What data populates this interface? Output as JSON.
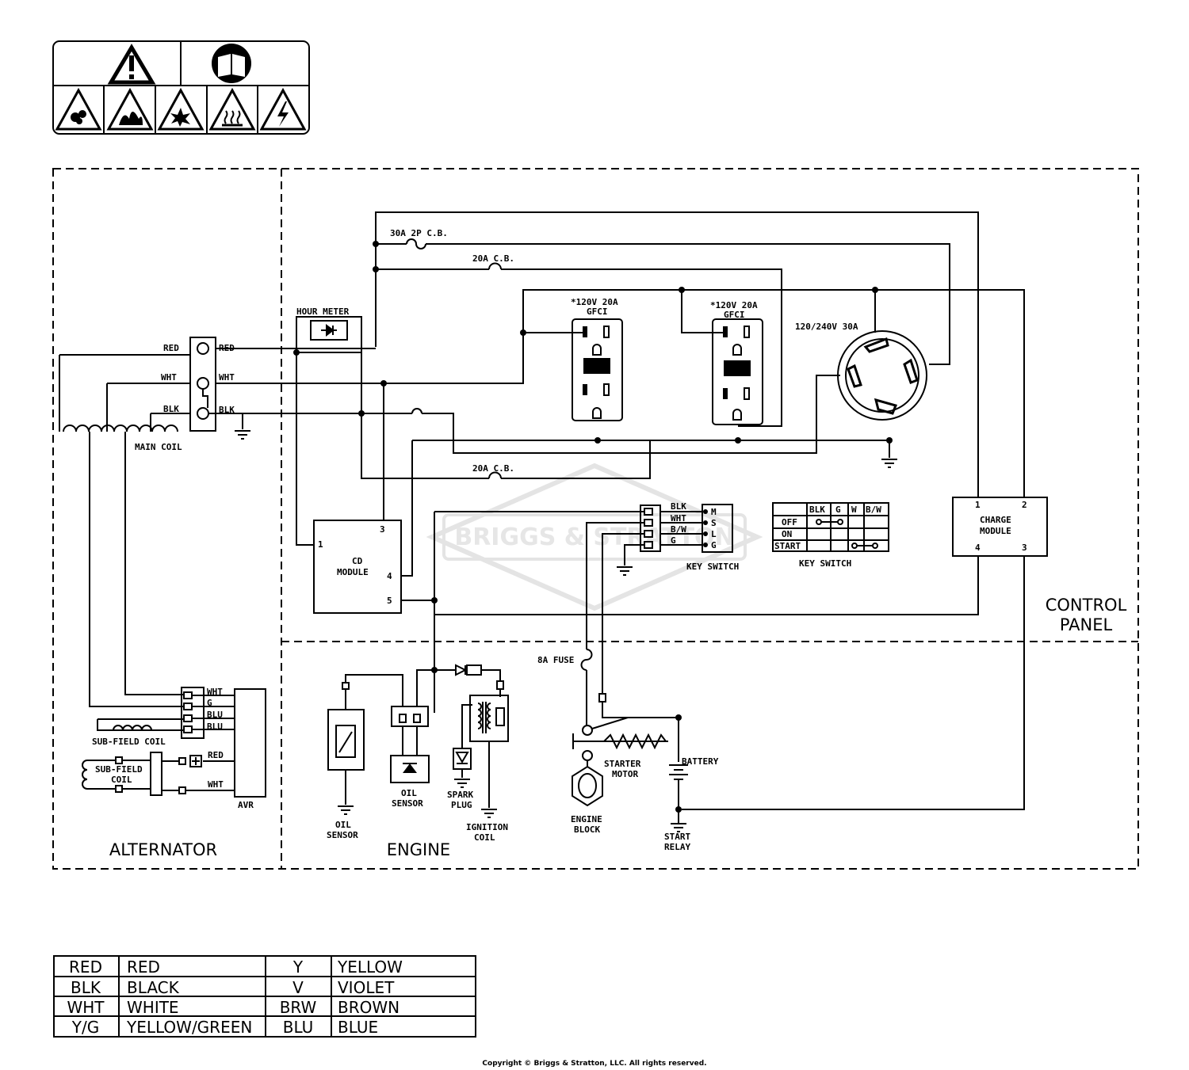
{
  "labels": {
    "cb_30a_2p": "30A 2P C.B.",
    "cb_20a_top": "20A C.B.",
    "cb_20a_bottom": "20A C.B.",
    "hour_meter": "HOUR METER",
    "gfci1_line1": "*120V 20A",
    "gfci1_line2": "GFCI",
    "gfci2_line1": "*120V 20A",
    "gfci2_line2": "GFCI",
    "outlet_30a": "120/240V 30A",
    "red_left": "RED",
    "red_right": "RED",
    "wht_left": "WHT",
    "wht_right": "WHT",
    "blk_left": "BLK",
    "blk_right": "BLK",
    "main_coil": "MAIN COIL",
    "cd_module_1": "CD",
    "cd_module_2": "MODULE",
    "cd_pin1": "1",
    "cd_pin3": "3",
    "cd_pin4": "4",
    "cd_pin5": "5",
    "ks_blk": "BLK",
    "ks_wht": "WHT",
    "ks_bw": "B/W",
    "ks_g": "G",
    "ks_m": "M",
    "ks_s": "S",
    "ks_l": "L",
    "ks_gg": "G",
    "key_switch_1": "KEY SWITCH",
    "key_switch_2": "KEY SWITCH",
    "charge_module_1": "CHARGE",
    "charge_module_2": "MODULE",
    "cm_pin1": "1",
    "cm_pin2": "2",
    "cm_pin3": "3",
    "cm_pin4": "4",
    "control_panel_1": "CONTROL",
    "control_panel_2": "PANEL",
    "fuse_8a": "8A FUSE",
    "starter_motor_1": "STARTER",
    "starter_motor_2": "MOTOR",
    "battery": "BATTERY",
    "engine_block_1": "ENGINE",
    "engine_block_2": "BLOCK",
    "start_relay_1": "START",
    "start_relay_2": "RELAY",
    "oil_sensor_a1": "OIL",
    "oil_sensor_a2": "SENSOR",
    "oil_sensor_b1": "OIL",
    "oil_sensor_b2": "SENSOR",
    "spark_plug_1": "SPARK",
    "spark_plug_2": "PLUG",
    "ignition_coil_1": "IGNITION",
    "ignition_coil_2": "COIL",
    "avr_wht": "WHT",
    "avr_g": "G",
    "avr_blu1": "BLU",
    "avr_blu2": "BLU",
    "avr_red": "RED",
    "avr_wht2": "WHT",
    "avr": "AVR",
    "sub_field_coil_1": "SUB-FIELD COIL",
    "sub_field_coil_2a": "SUB-FIELD",
    "sub_field_coil_2b": "COIL",
    "alternator": "ALTERNATOR",
    "engine": "ENGINE",
    "watermark": "BRIGGS & STRATTON"
  },
  "key_switch_table": {
    "headers": [
      "",
      "BLK",
      "G",
      "W",
      "B/W"
    ],
    "rows": [
      "OFF",
      "ON",
      "START"
    ]
  },
  "legend": [
    {
      "code": "RED",
      "name": "RED",
      "code2": "Y",
      "name2": "YELLOW"
    },
    {
      "code": "BLK",
      "name": "BLACK",
      "code2": "V",
      "name2": "VIOLET"
    },
    {
      "code": "WHT",
      "name": "WHITE",
      "code2": "BRW",
      "name2": "BROWN"
    },
    {
      "code": "Y/G",
      "name": "YELLOW/GREEN",
      "code2": "BLU",
      "name2": "BLUE"
    }
  ],
  "copyright": "Copyright © Briggs & Stratton, LLC. All rights reserved.",
  "icons": [
    "warning-icon",
    "manual-icon",
    "toxic-fumes-icon",
    "fire-icon",
    "explosion-icon",
    "hot-surface-icon",
    "shock-icon"
  ]
}
